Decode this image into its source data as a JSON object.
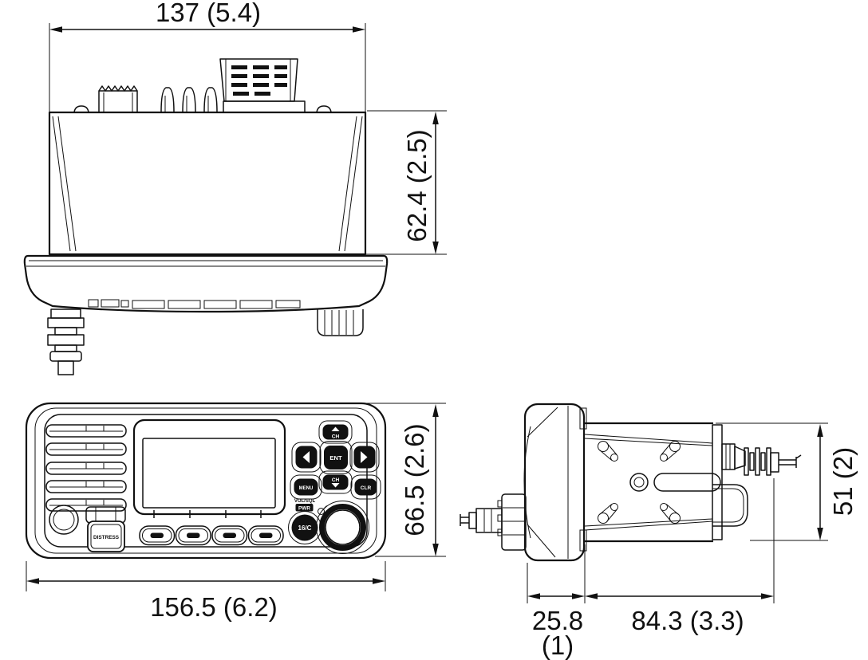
{
  "document": {
    "kind": "dimensional-line-drawing",
    "views": [
      "top",
      "front",
      "side"
    ]
  },
  "dims": {
    "top_width": "137 (5.4)",
    "top_height": "62.4 (2.5)",
    "front_width": "156.5 (6.2)",
    "front_height": "66.5 (2.6)",
    "side_height": "51 (2)",
    "side_front_depth": "25.8",
    "side_front_depth_inches": "(1)",
    "side_body_depth": "84.3 (3.3)"
  },
  "panel": {
    "distress": "DISTRESS",
    "ch_up": "CH",
    "ch_down": "CH",
    "ent": "ENT",
    "menu": "MENU",
    "clr": "CLR",
    "vol_sql": "VOL/SQL",
    "pwr": "PWR",
    "ch16": "16/C"
  },
  "colors": {
    "ink": "#111111",
    "paper": "#ffffff"
  }
}
